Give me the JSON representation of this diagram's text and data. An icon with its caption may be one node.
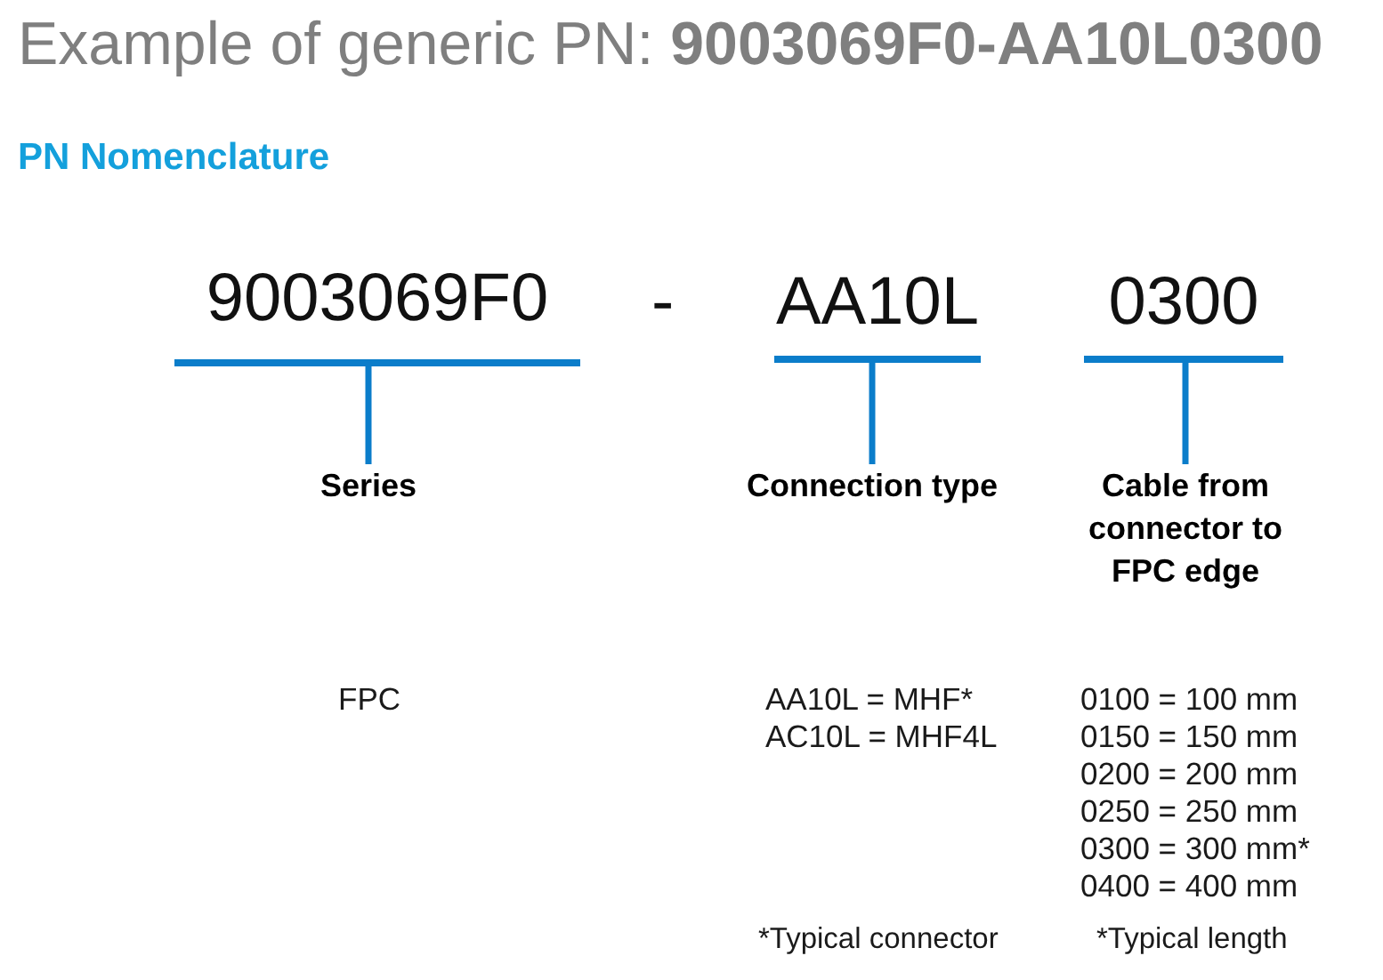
{
  "diagram": {
    "title": "Example of generic PN: **9003069F0-AA10L0300**",
    "nodes": [
      {
        "text": [
          "9003069F0"
        ]
      },
      {
        "text": [
          "AA10L"
        ]
      },
      {
        "text": [
          "0300"
        ]
      },
      {
        "text": [
          "Series"
        ]
      },
      {
        "text": [
          "Connection type"
        ]
      },
      {
        "text": [
          "Cable from connector to FPC edge"
        ]
      }
    ],
    "edges": [
      {
        "from": 0,
        "to": 3,
        "arrow": "none"
      },
      {
        "from": 1,
        "to": 4,
        "arrow": "none"
      },
      {
        "from": 2,
        "to": 5,
        "arrow": "none"
      }
    ],
    "labels": [
      "PN Nomenclature",
      "-",
      "FPC",
      "AA10L = MHF*",
      "0100 = 100 mm",
      "AC10L = MHF4L",
      "0150 = 150 mm",
      "0200 = 200 mm",
      "0250 = 250 mm",
      "0300 = 300 mm*",
      "0400 = 400 mm",
      "*Typical connector",
      "*Typical length"
    ]
  }
}
